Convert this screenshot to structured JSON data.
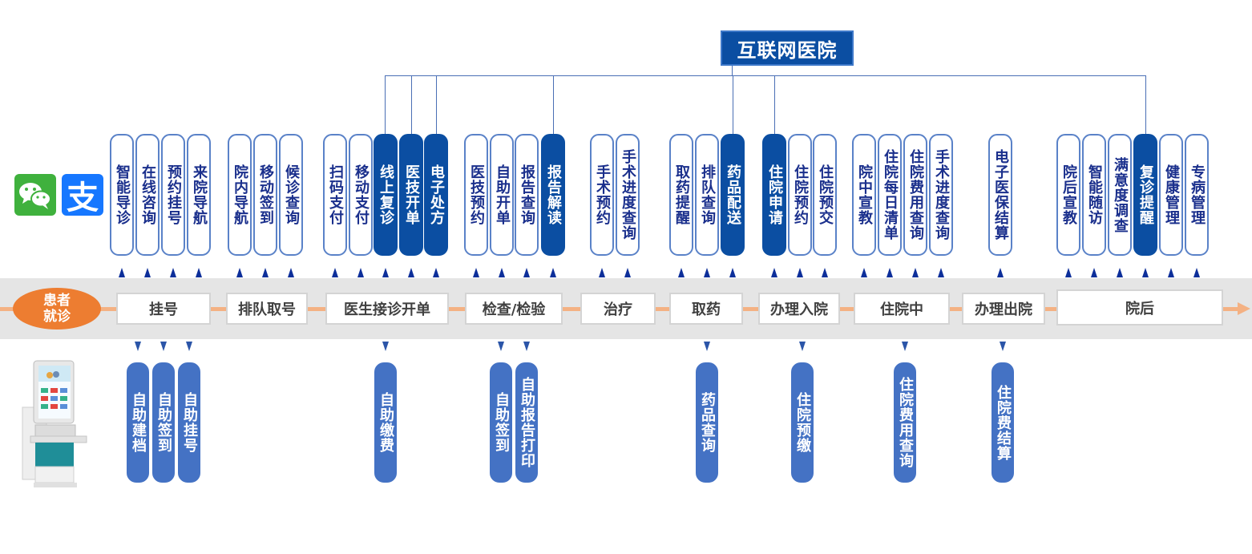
{
  "header": {
    "title": "互联网医院"
  },
  "channels": {
    "wechat_icon": "wechat-icon",
    "alipay_icon": "alipay-icon",
    "alipay_glyph": "支",
    "kiosk_icon": "self-service-kiosk-icon"
  },
  "colors": {
    "online_dark": "#0b4ea2",
    "pill_border": "#5a82c8",
    "pill_text": "#1a2f8c",
    "kiosk_blue": "#4472c4",
    "start_orange": "#ed7d31",
    "flow_line": "#f4b183",
    "band_gray": "#e5e5e5",
    "stage_text": "#404040"
  },
  "flow": {
    "start_label": "患者就诊",
    "stages": [
      "挂号",
      "排队取号",
      "医生接诊开单",
      "检查/检验",
      "治疗",
      "取药",
      "办理入院",
      "住院中",
      "办理出院",
      "院后"
    ]
  },
  "top_services": [
    {
      "label": "智能导诊",
      "internet": false
    },
    {
      "label": "在线咨询",
      "internet": false
    },
    {
      "label": "预约挂号",
      "internet": false
    },
    {
      "label": "来院导航",
      "internet": false
    },
    {
      "label": "院内导航",
      "internet": false
    },
    {
      "label": "移动签到",
      "internet": false
    },
    {
      "label": "候诊查询",
      "internet": false
    },
    {
      "label": "扫码支付",
      "internet": false
    },
    {
      "label": "移动支付",
      "internet": false
    },
    {
      "label": "线上复诊",
      "internet": true
    },
    {
      "label": "医技开单",
      "internet": true
    },
    {
      "label": "电子处方",
      "internet": true
    },
    {
      "label": "医技预约",
      "internet": false
    },
    {
      "label": "自助开单",
      "internet": false
    },
    {
      "label": "报告查询",
      "internet": false
    },
    {
      "label": "报告解读",
      "internet": true
    },
    {
      "label": "手术预约",
      "internet": false
    },
    {
      "label": "手术进度查询",
      "internet": false
    },
    {
      "label": "取药提醒",
      "internet": false
    },
    {
      "label": "排队查询",
      "internet": false
    },
    {
      "label": "药品配送",
      "internet": true
    },
    {
      "label": "住院申请",
      "internet": true
    },
    {
      "label": "住院预约",
      "internet": false
    },
    {
      "label": "住院预交",
      "internet": false
    },
    {
      "label": "院中宣教",
      "internet": false
    },
    {
      "label": "住院每日清单",
      "internet": false
    },
    {
      "label": "住院费用查询",
      "internet": false
    },
    {
      "label": "手术进度查询",
      "internet": false
    },
    {
      "label": "电子医保结算",
      "internet": false
    },
    {
      "label": "院后宣教",
      "internet": false
    },
    {
      "label": "智能随访",
      "internet": false
    },
    {
      "label": "满意度调查",
      "internet": false
    },
    {
      "label": "复诊提醒",
      "internet": true
    },
    {
      "label": "健康管理",
      "internet": false
    },
    {
      "label": "专病管理",
      "internet": false
    }
  ],
  "kiosk_services": [
    {
      "label": "自助建档"
    },
    {
      "label": "自助签到"
    },
    {
      "label": "自助挂号"
    },
    {
      "label": "自助缴费"
    },
    {
      "label": "自助签到"
    },
    {
      "label": "自助报告打印"
    },
    {
      "label": "药品查询"
    },
    {
      "label": "住院预缴"
    },
    {
      "label": "住院费用查询"
    },
    {
      "label": "住院费结算"
    }
  ]
}
